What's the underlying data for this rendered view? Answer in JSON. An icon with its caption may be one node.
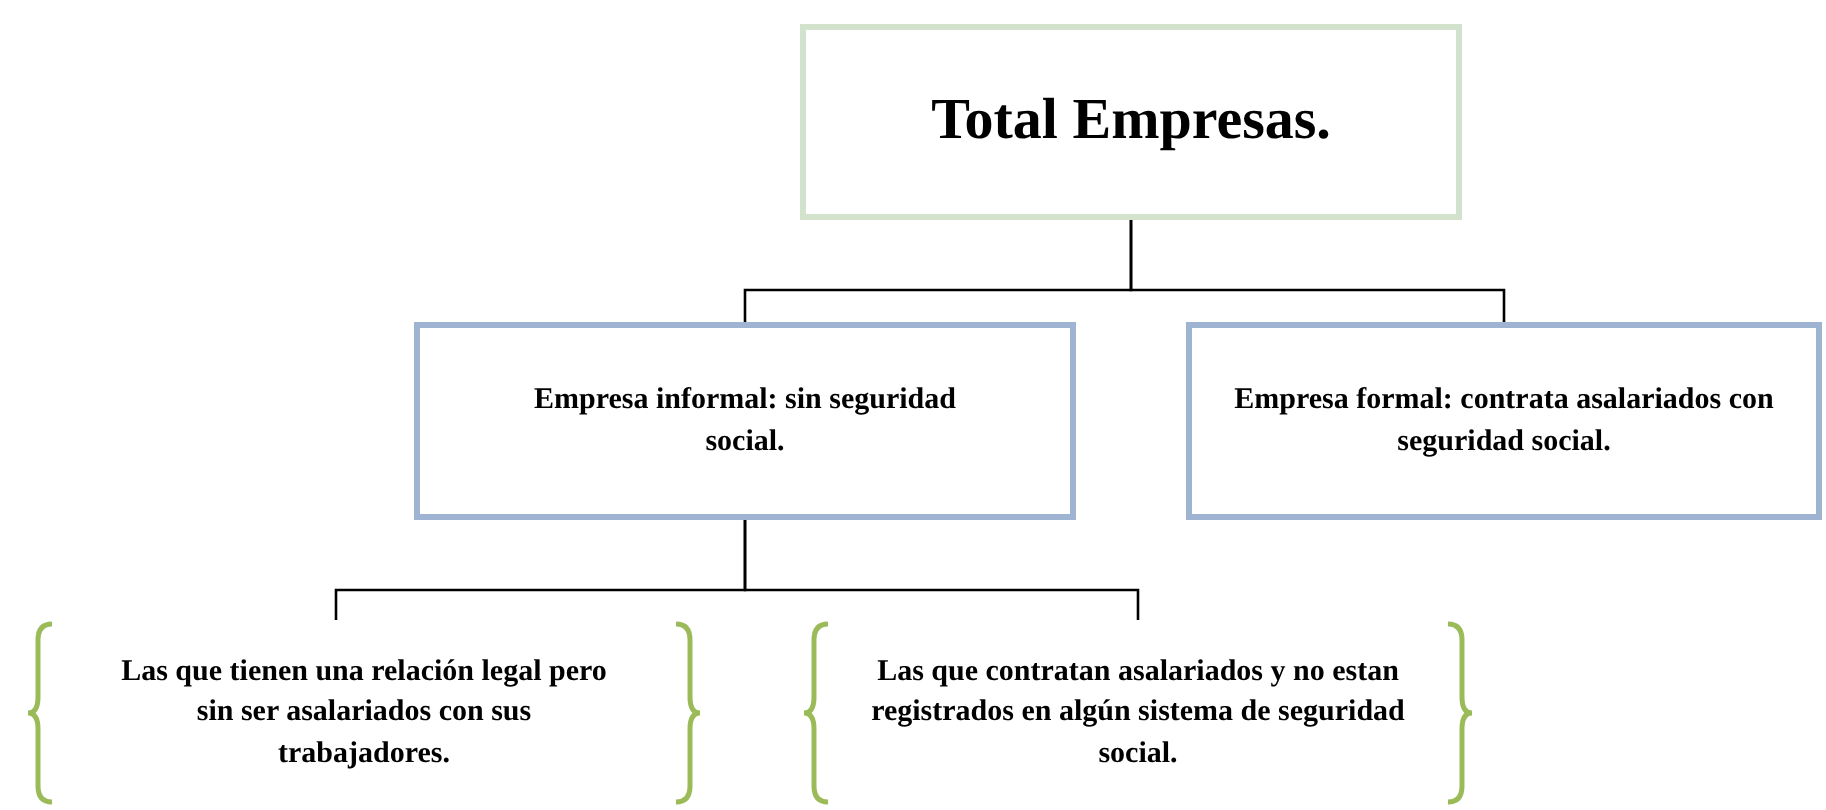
{
  "diagram": {
    "nodes": [
      {
        "text": [
          "Total Empresas."
        ]
      },
      {
        "text": [
          "Empresa informal: sin seguridad social."
        ]
      },
      {
        "text": [
          "Empresa formal: contrata asalariados con seguridad social."
        ]
      },
      {
        "text": [
          "Las que tienen una relación legal pero sin ser asalariados con sus trabajadores."
        ]
      },
      {
        "text": [
          "Las que contratan asalariados y no estan registrados en algún sistema de seguridad social."
        ]
      }
    ],
    "edges": [
      {
        "from": 0,
        "to": 1,
        "arrow": "none"
      },
      {
        "from": 0,
        "to": 2,
        "arrow": "none"
      },
      {
        "from": 1,
        "to": 3,
        "arrow": "none"
      },
      {
        "from": 1,
        "to": 4,
        "arrow": "none"
      }
    ]
  }
}
